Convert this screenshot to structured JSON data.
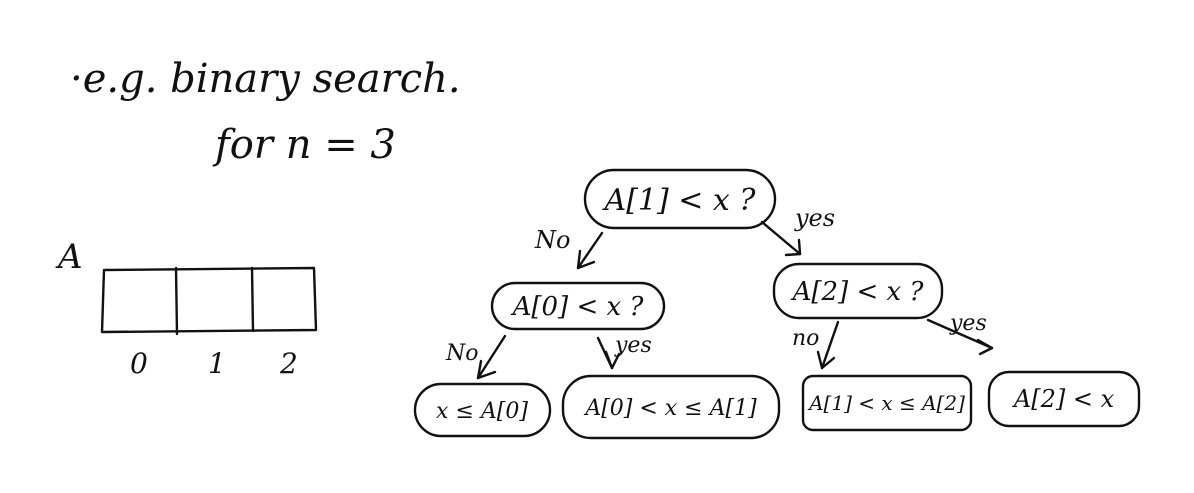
{
  "heading": {
    "line1": "·e.g. binary search.",
    "line2": "for n = 3"
  },
  "array": {
    "name": "A",
    "indices": [
      "0",
      "1",
      "2"
    ]
  },
  "tree": {
    "root": "A[1] < x ?",
    "left": "A[0] < x ?",
    "right": "A[2] < x ?",
    "leaf_ll": "x ≤ A[0]",
    "leaf_lr": "A[0] < x ≤ A[1]",
    "leaf_rl": "A[1] < x ≤ A[2]",
    "leaf_rr": "A[2] < x",
    "edge_root_left": "No",
    "edge_root_right": "yes",
    "edge_left_left": "No",
    "edge_left_right": "yes",
    "edge_right_left": "no",
    "edge_right_right": "yes"
  }
}
